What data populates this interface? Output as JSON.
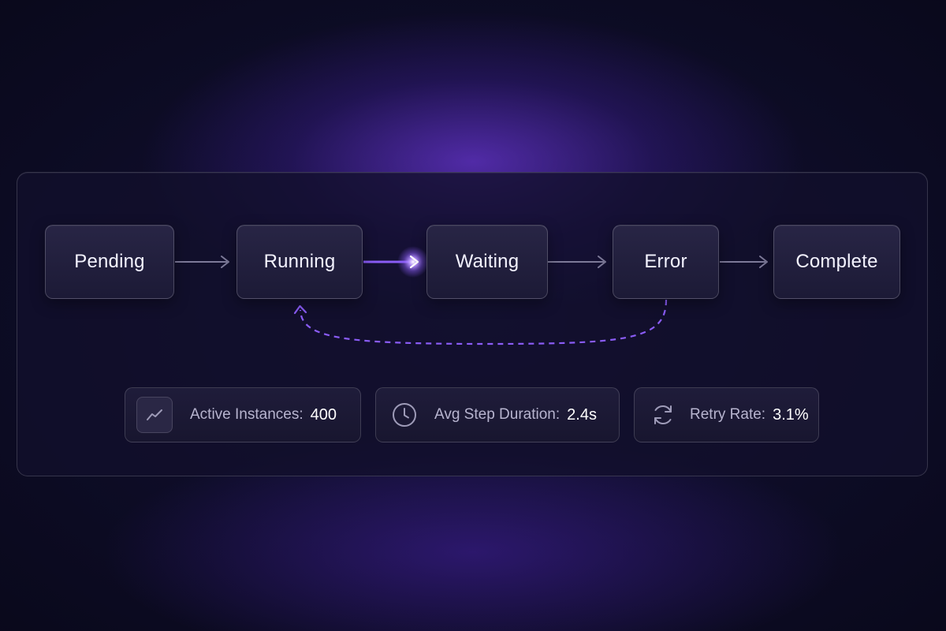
{
  "diagram": {
    "states": [
      {
        "id": "pending",
        "label": "Pending"
      },
      {
        "id": "running",
        "label": "Running"
      },
      {
        "id": "waiting",
        "label": "Waiting"
      },
      {
        "id": "error",
        "label": "Error"
      },
      {
        "id": "complete",
        "label": "Complete"
      }
    ],
    "transitions": [
      {
        "from": "pending",
        "to": "running",
        "style": "solid"
      },
      {
        "from": "running",
        "to": "waiting",
        "style": "active"
      },
      {
        "from": "waiting",
        "to": "error",
        "style": "solid"
      },
      {
        "from": "error",
        "to": "complete",
        "style": "solid"
      },
      {
        "from": "error",
        "to": "running",
        "style": "dashed"
      }
    ]
  },
  "metrics": [
    {
      "label": "Active Instances:",
      "value": "400",
      "icon": "trend-line-icon"
    },
    {
      "label": "Avg Step Duration:",
      "value": "2.4s",
      "icon": "clock-icon"
    },
    {
      "label": "Retry Rate:",
      "value": "3.1%",
      "icon": "refresh-icon"
    }
  ],
  "colors": {
    "background": "#0b0a1e",
    "glow": "#7a3cf0",
    "accent": "#8a5cf6",
    "arrow": "#7d7a99",
    "dashed": "#8a5cf6"
  }
}
